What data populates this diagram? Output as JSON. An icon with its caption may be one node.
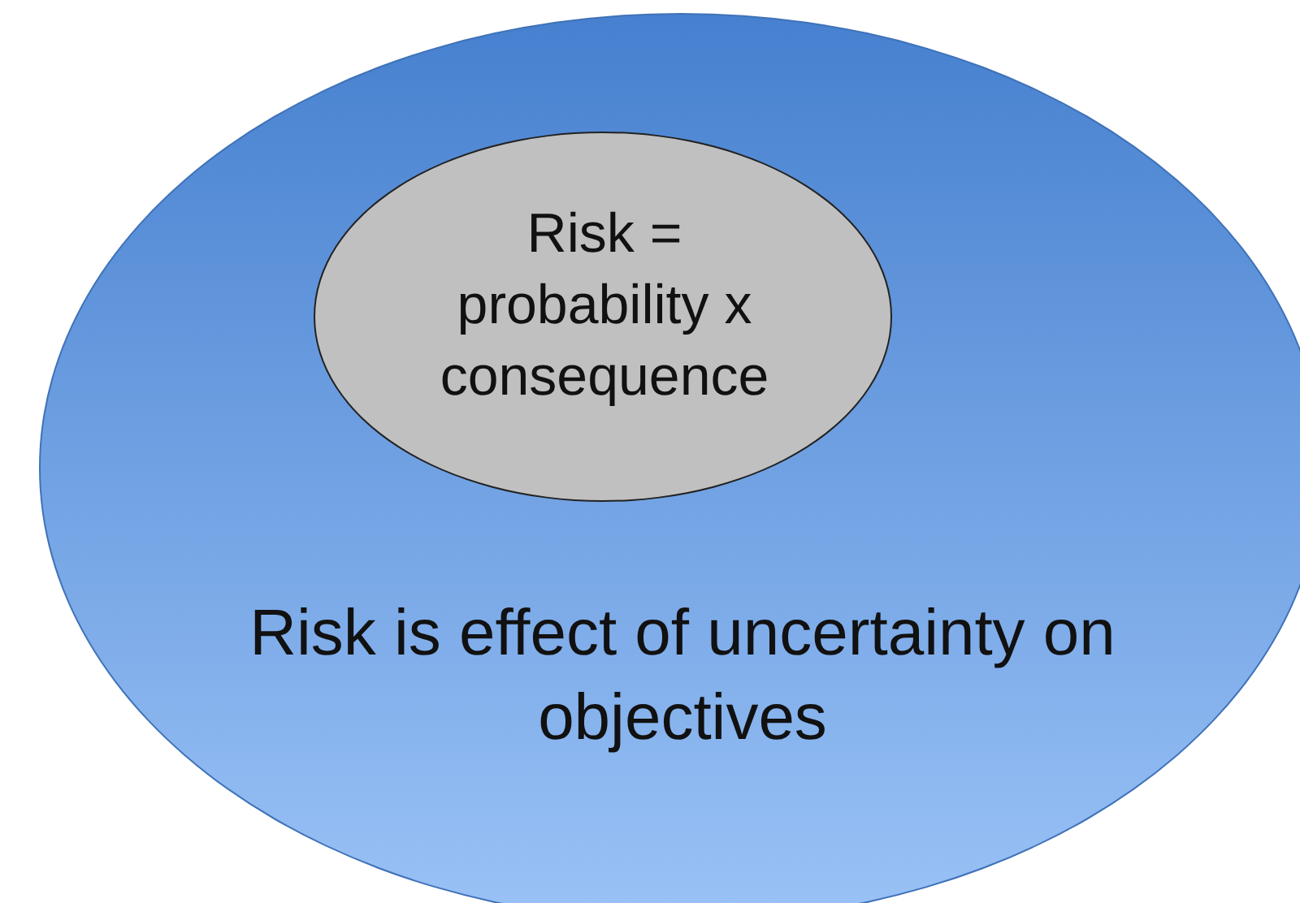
{
  "diagram": {
    "nodes": [
      {
        "text": [
          "Risk is effect of uncertainty on objectives"
        ]
      },
      {
        "text": [
          "Risk = probability x consequence"
        ],
        "in": 0
      }
    ]
  }
}
